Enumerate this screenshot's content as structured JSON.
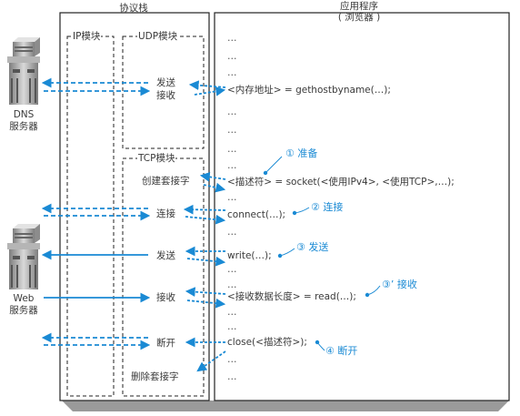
{
  "protocol_stack": {
    "title": "协议栈",
    "ip_module": "IP模块",
    "udp_module": "UDP模块",
    "tcp_module": "TCP模块",
    "udp_send": "发送",
    "udp_receive": "接收",
    "tcp_create_socket": "创建套接字",
    "tcp_connect": "连接",
    "tcp_send": "发送",
    "tcp_receive": "接收",
    "tcp_disconnect": "断开",
    "tcp_delete_socket": "删除套接字"
  },
  "application": {
    "title_line1": "应用程序",
    "title_line2": "( 浏览器 )",
    "ellipsis": "…",
    "gethostbyname": "<内存地址> = gethostbyname(…);",
    "socket": "<描述符> = socket(<使用IPv4>, <使用TCP>,…);",
    "connect": "connect(…);",
    "write": "write(…);",
    "read": "<接收数据长度> = read(…);",
    "close": "close(<描述符>);"
  },
  "servers": {
    "dns_line1": "DNS",
    "dns_line2": "服务器",
    "web_line1": "Web",
    "web_line2": "服务器"
  },
  "callouts": {
    "prepare": "① 准备",
    "connect": "② 连接",
    "send": "③ 发送",
    "receive": "③’ 接收",
    "disconnect": "④ 断开"
  },
  "colors": {
    "accent": "#1a8ad4",
    "box_line": "#222222",
    "server_gray": "#9a9a9a"
  }
}
